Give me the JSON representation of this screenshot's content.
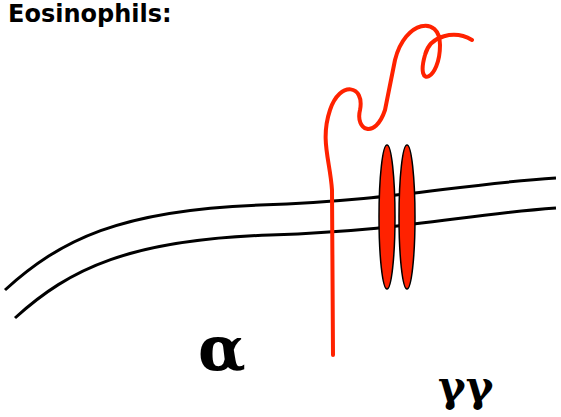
{
  "diagram": {
    "labels": [
      "Eosinophils:",
      "α",
      "γγ"
    ]
  }
}
